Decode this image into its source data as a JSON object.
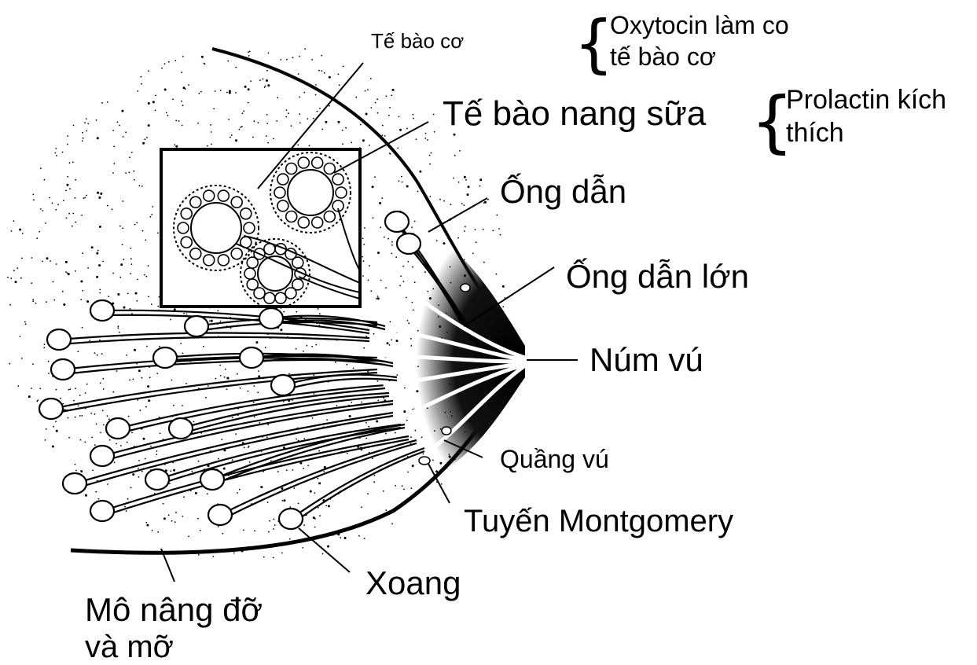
{
  "labels": {
    "myoepithelial": "Tế bào cơ",
    "oxytocin_line1": "Oxytocin làm co",
    "oxytocin_line2": "tế bào cơ",
    "alveolar_cells": "Tế bào nang sữa",
    "prolactin_line1": "Prolactin kích",
    "prolactin_line2": "thích",
    "duct": "Ống dẫn",
    "large_duct": "Ống dẫn lớn",
    "nipple": "Núm vú",
    "areola": "Quầng vú",
    "montgomery": "Tuyến Montgomery",
    "sinus": "Xoang",
    "support_tissue_line1": "Mô nâng đỡ",
    "support_tissue_line2": "và mỡ"
  }
}
